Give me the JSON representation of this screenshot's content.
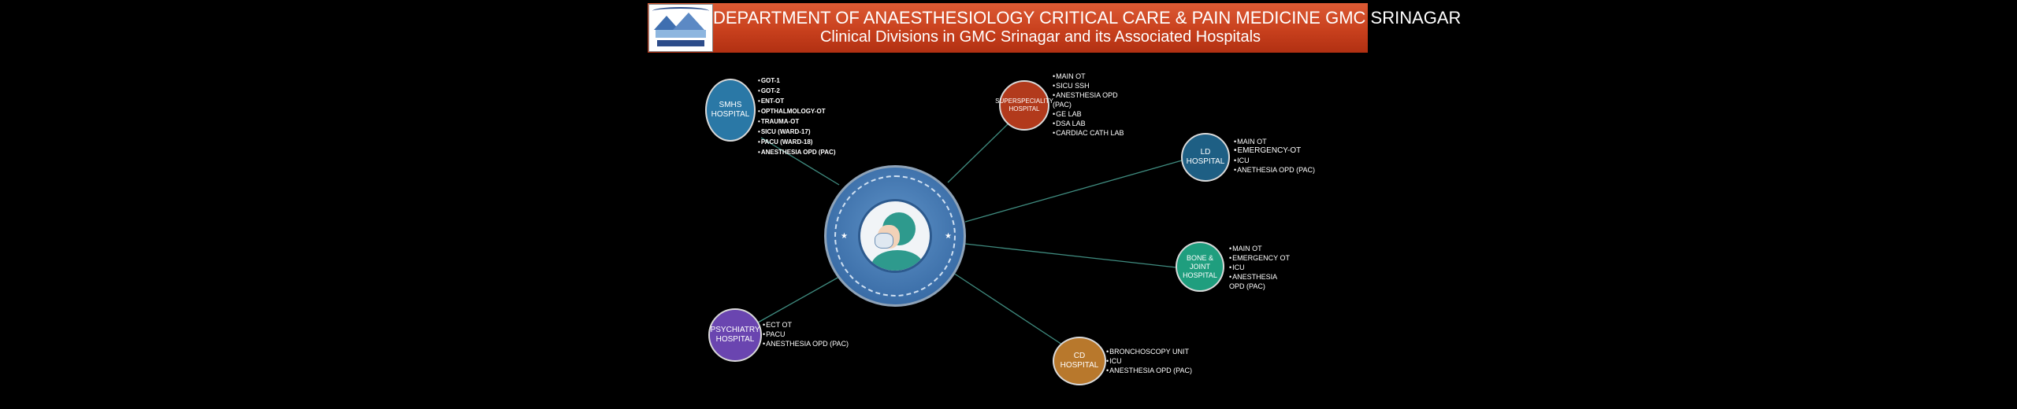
{
  "header": {
    "title": "DEPARTMENT OF ANAESTHESIOLOGY CRITICAL CARE & PAIN  MEDICINE GMC SRINAGAR",
    "subtitle": "Clinical Divisions in GMC Srinagar and its Associated Hospitals"
  },
  "colors": {
    "banner": "#c8401d",
    "smhs": "#2a78a6",
    "superspeciality": "#b23a1c",
    "ld": "#1e5f84",
    "bone_joint": "#1f9e7e",
    "psychiatry": "#6a45b0",
    "cd": "#b8782c",
    "connector": "#3f8b7f"
  },
  "hospitals": {
    "smhs": {
      "name": "SMHS HOSPITAL",
      "items": [
        "GOT-1",
        "GOT-2",
        "ENT-OT",
        "OPTHALMOLOGY-OT",
        "TRAUMA-OT",
        "SICU (WARD-17)",
        "PACU (WARD-18)",
        "ANESTHESIA OPD (PAC)"
      ]
    },
    "superspeciality": {
      "name": "SUPERSPECIALITY HOSPITAL",
      "items": [
        "MAIN OT",
        "SICU SSH",
        "ANESTHESIA OPD (PAC)",
        "GE LAB",
        "DSA LAB",
        "CARDIAC CATH LAB"
      ]
    },
    "ld": {
      "name": "LD HOSPITAL",
      "items": [
        "MAIN OT",
        "EMERGENCY-OT",
        "ICU",
        "ANETHESIA OPD (PAC)"
      ]
    },
    "bone_joint": {
      "name": "BONE & JOINT HOSPITAL",
      "items": [
        "MAIN OT",
        "EMERGENCY OT",
        "ICU",
        "ANESTHESIA OPD (PAC)"
      ]
    },
    "psychiatry": {
      "name": "PSYCHIATRY HOSPITAL",
      "items": [
        "ECT OT",
        "PACU",
        "ANESTHESIA OPD (PAC)"
      ]
    },
    "cd": {
      "name": "CD HOSPITAL",
      "items": [
        "BRONCHOSCOPY UNIT",
        "ICU",
        "ANESTHESIA OPD (PAC)"
      ]
    }
  }
}
